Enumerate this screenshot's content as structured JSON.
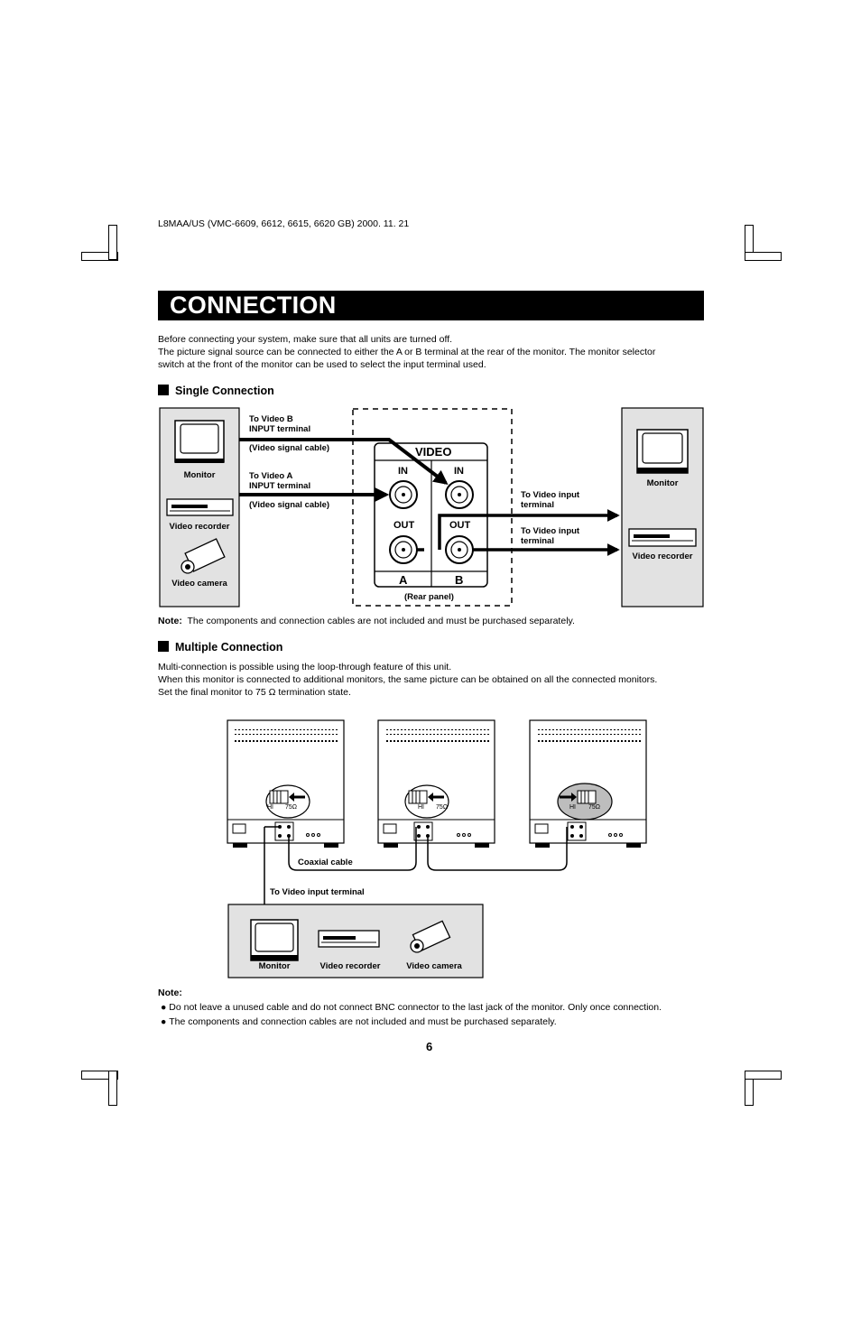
{
  "header_meta": "L8MAA/US (VMC-6609, 6612, 6615, 6620 GB) 2000. 11. 21",
  "title": "CONNECTION",
  "intro": [
    "Before connecting your system, make sure that all units are turned off.",
    "The picture signal source can be connected to either the A or B terminal at the rear of the monitor. The monitor selector",
    "switch at the front of the monitor can be used to select the input terminal used."
  ],
  "single": {
    "heading": "Single Connection",
    "left_devices": [
      "Monitor",
      "Video recorder",
      "Video camera"
    ],
    "to_b_line1": "To Video B",
    "to_b_line2": "INPUT terminal",
    "cable_b": "(Video signal cable)",
    "to_a_line1": "To Video A",
    "to_a_line2": "INPUT terminal",
    "cable_a": "(Video signal cable)",
    "panel_title": "VIDEO",
    "in_label": "IN",
    "out_label": "OUT",
    "col_a": "A",
    "col_b": "B",
    "rear_panel": "(Rear panel)",
    "out1_line1": "To Video input",
    "out1_line2": "terminal",
    "out2_line1": "To Video input",
    "out2_line2": "terminal",
    "right_devices": [
      "Monitor",
      "Video recorder"
    ],
    "note_label": "Note:",
    "note_text": "The components and connection cables are not included and must be purchased separately."
  },
  "multiple": {
    "heading": "Multiple Connection",
    "intro": [
      "Multi-connection is possible using the loop-through feature of this unit.",
      "When this monitor is connected to additional monitors, the same picture can be obtained on all the connected monitors.",
      "Set the final monitor to 75 Ω termination state."
    ],
    "switch_hi": "HI",
    "switch_75": "75Ω",
    "coaxial": "Coaxial cable",
    "to_input": "To Video input terminal",
    "bottom_devices": [
      "Monitor",
      "Video recorder",
      "Video camera"
    ]
  },
  "notes": {
    "label": "Note:",
    "items": [
      "Do not leave a unused cable and do not connect BNC connector to the last jack of the monitor. Only once connection.",
      "The components and connection cables are not included and must be purchased separately."
    ]
  },
  "page_number": "6"
}
